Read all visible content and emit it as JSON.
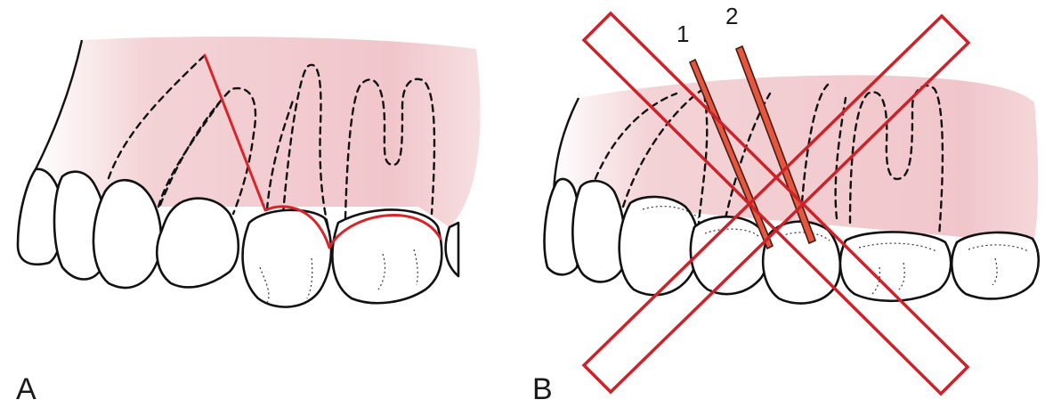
{
  "panels": [
    {
      "id": "A",
      "label": "A"
    },
    {
      "id": "B",
      "label": "B"
    }
  ],
  "instruments": [
    {
      "label": "1"
    },
    {
      "label": "2"
    }
  ],
  "colors": {
    "gingiva": "#f2c8cc",
    "incision_line": "#d7262b",
    "cross_out": "#cc2229",
    "instrument": "#e2573e",
    "outline": "#111111"
  }
}
